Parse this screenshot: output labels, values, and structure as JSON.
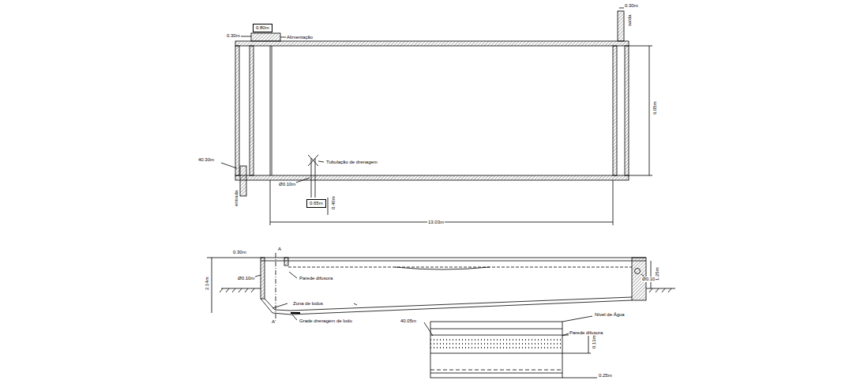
{
  "diagram": {
    "nodes": [
      {
        "text": [
          "0.80m"
        ]
      },
      {
        "text": [
          "0.65m"
        ]
      }
    ],
    "labels": [
      "0.30m",
      "Alimentação",
      "0.30m",
      "saída",
      "6.05m",
      "40.30m",
      "entrada",
      "Tubulação de drenagem",
      "Ø0.10m",
      "0.40m",
      "13.03m",
      "0.30m",
      "A",
      "Ø0.10m",
      "Parede difusora",
      "2.14m",
      "Ø0.10m",
      "1.25m",
      "Zona de lodos",
      "A'",
      "Grade drenagem de lodo",
      "Nível de Água",
      "40.05m",
      "Parede difusora",
      "0.13m",
      "0.25m"
    ]
  }
}
